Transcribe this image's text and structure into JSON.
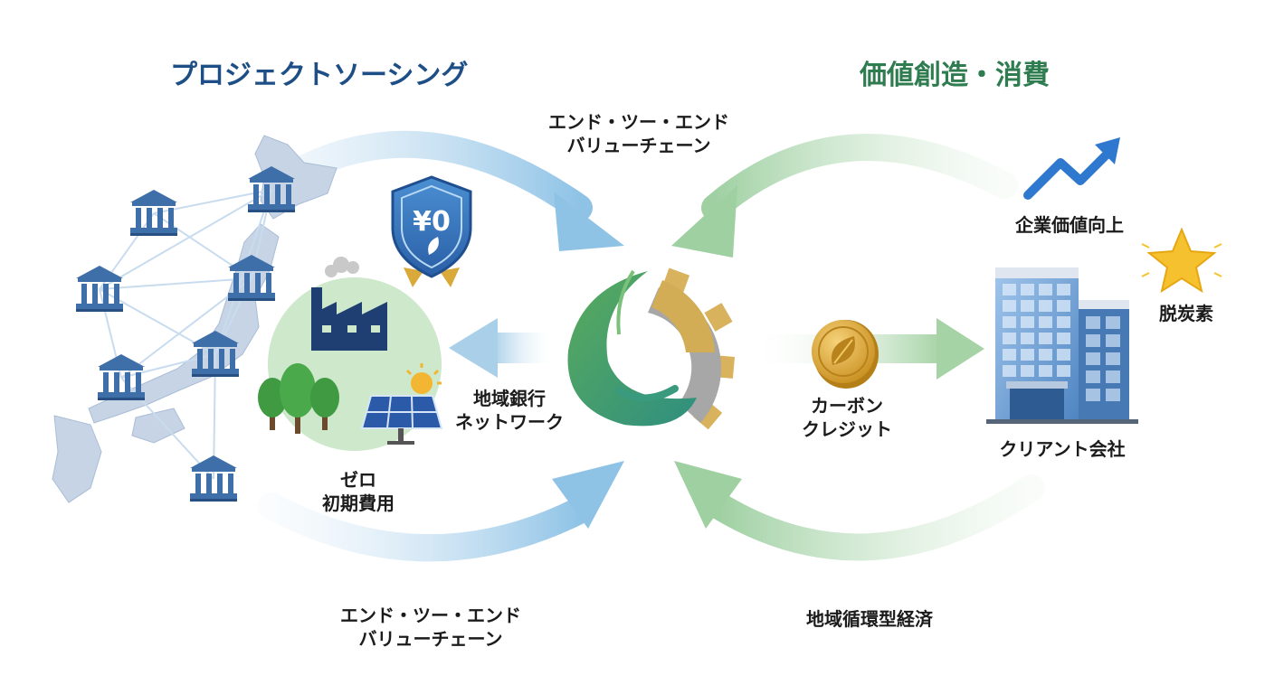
{
  "titles": {
    "left": "プロジェクトソーシング",
    "right": "価値創造・消費"
  },
  "labels": {
    "top_flow": "エンド・ツー・エンド\nバリューチェーン",
    "bottom_flow": "エンド・ツー・エンド\nバリューチェーン",
    "bank_network": "地域銀行\nネットワーク",
    "zero_cost": "ゼロ\n初期費用",
    "carbon_credit": "カーボン\nクレジット",
    "client": "クリアント会社",
    "corp_value": "企業価値向上",
    "decarbon": "脱炭素",
    "circular": "地域循環型経済"
  },
  "badge": {
    "text": "¥0"
  },
  "colors": {
    "title_blue": "#1d4f86",
    "title_green": "#2e7c4f",
    "blue_arrow": "#8fc3e6",
    "green_arrow": "#9fd0a2",
    "map_fill": "#c6d4e6",
    "bank": "#3f6fa8",
    "gold": "#d9a93a",
    "circle_green": "#cde8cb"
  }
}
